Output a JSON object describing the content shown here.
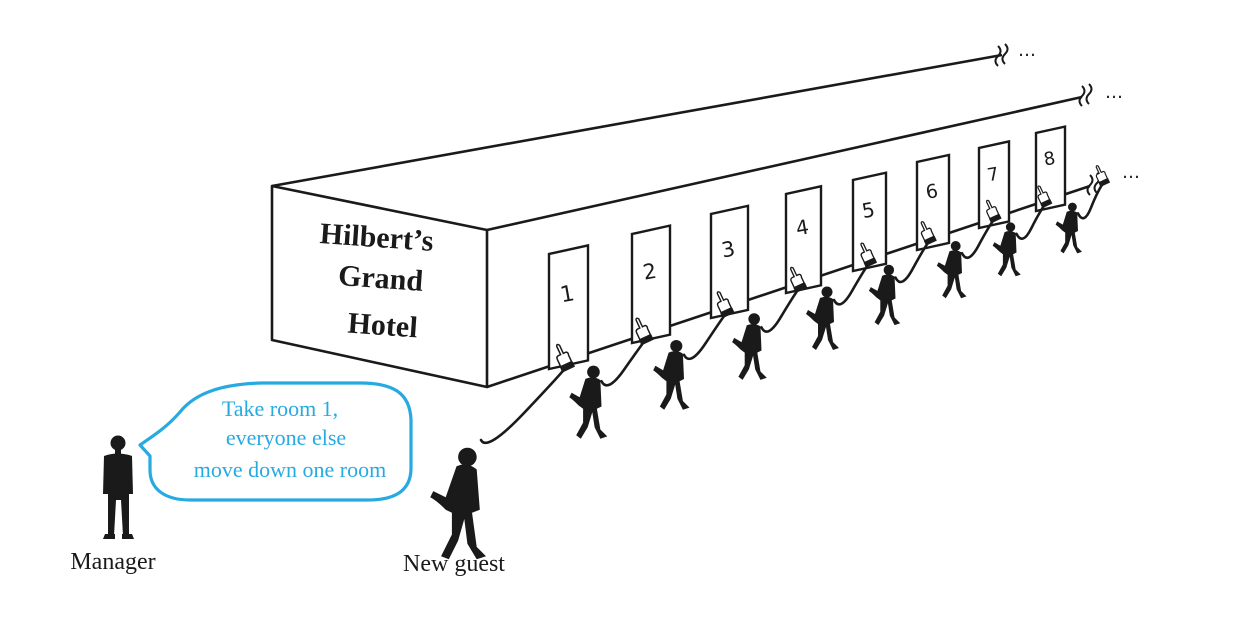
{
  "hotel": {
    "sign_lines": [
      "Hilbert’s",
      "Grand",
      "Hotel"
    ],
    "door_numbers": [
      "1",
      "2",
      "3",
      "4",
      "5",
      "6",
      "7",
      "8"
    ],
    "continuation": "…"
  },
  "speech": {
    "lines": [
      "Take room 1,",
      "everyone else",
      "move down one room"
    ],
    "color": "#27aae1"
  },
  "labels": {
    "manager": "Manager",
    "new_guest": "New guest"
  },
  "colors": {
    "ink": "#1a1a1a",
    "background": "#ffffff"
  }
}
